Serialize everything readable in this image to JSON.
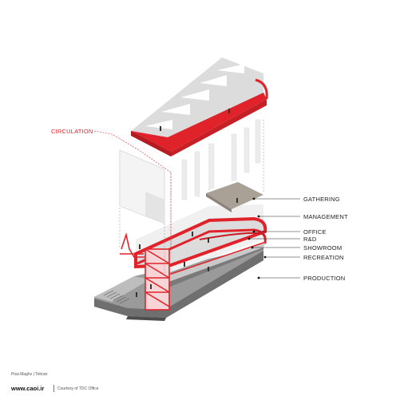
{
  "labels": {
    "circulation": "CIRCULATION",
    "gathering": "GATHERING",
    "management": "MANAGEMENT",
    "office": "OFFICE",
    "rd": "R&D",
    "showroom": "SHOWROOM",
    "recreation": "RECREATION",
    "production": "PRODUCTION"
  },
  "caption": {
    "project": "Pisa Maghz | Tehran",
    "site": "www.caoi.ir",
    "credit": "Courtesy of TDC Office"
  },
  "colors": {
    "accent": "#e0232a",
    "roof": "#d6d6d6",
    "slab": "#eeeeee",
    "gathering": "#a8a098",
    "base": "#8a8a8a"
  }
}
